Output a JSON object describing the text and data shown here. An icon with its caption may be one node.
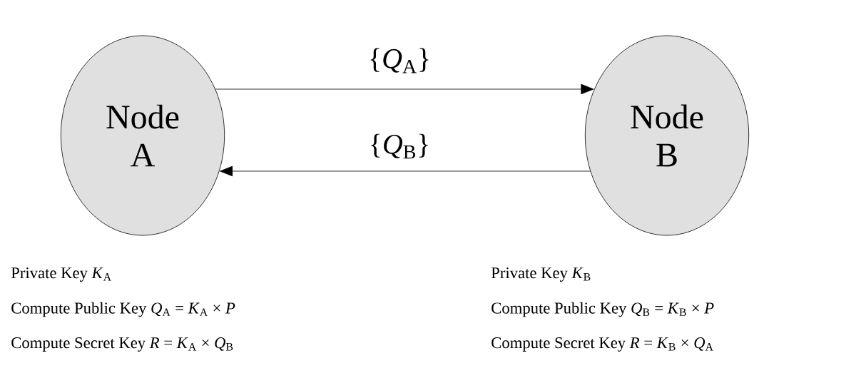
{
  "diagram": {
    "nodes": [
      {
        "text": [
          "Node A"
        ]
      },
      {
        "text": [
          "Node B"
        ]
      }
    ],
    "edges": [
      {
        "from": 0,
        "to": 1,
        "arrow": "to",
        "label": "{*Q*$_{A}$}"
      },
      {
        "from": 1,
        "to": 0,
        "arrow": "to",
        "label": "{*Q*$_{B}$}"
      }
    ],
    "labels": [
      "Private Key *K*$_{A}$",
      "Private Key *K*$_{B}$",
      "Compute Public  Key *Q*$_{A}$ = *K*$_{A}$ × *P*",
      "Compute Public  Key *Q*$_{B}$ = *K*$_{B}$ × *P*",
      "Compute Secret Key *R* = *K*$_{A}$ × *Q*$_{B}$",
      "Compute Secret Key *R* = *K*$_{B}$ × *Q*$_{A}$"
    ]
  }
}
